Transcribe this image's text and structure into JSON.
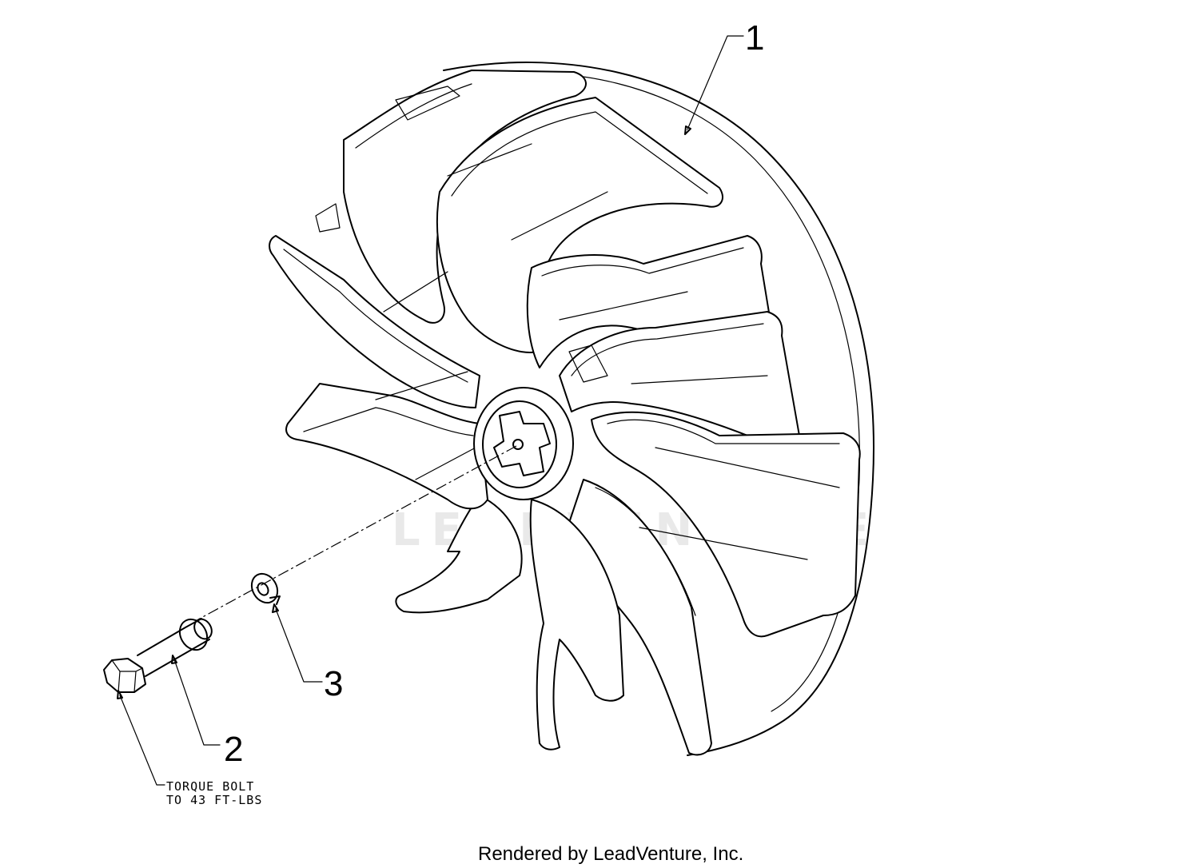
{
  "diagram": {
    "watermark": "LEADVENTURE",
    "callouts": [
      {
        "id": "1",
        "label": "1"
      },
      {
        "id": "2",
        "label": "2"
      },
      {
        "id": "3",
        "label": "3"
      }
    ],
    "note": {
      "line1": "TORQUE BOLT",
      "line2": "TO 43 FT-LBS"
    },
    "footer": "Rendered by LeadVenture, Inc."
  }
}
